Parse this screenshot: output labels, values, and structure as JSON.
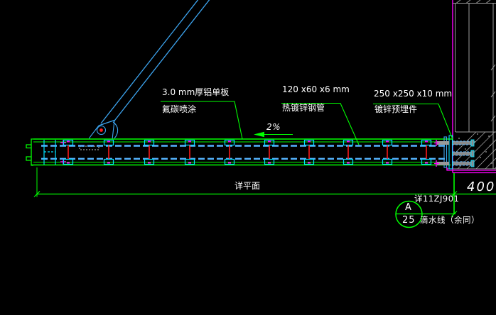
{
  "drawing": {
    "title_context": "canopy-eave-section-detail",
    "labels": {
      "panel": {
        "line1": "3.0 mm厚铝单板",
        "line2": "氟碳喷涂"
      },
      "tube": {
        "line1": "120 x60 x6 mm",
        "line2": "热镀锌钢管"
      },
      "embed": {
        "line1": "250 x250 x10 mm",
        "line2": "镀锌预埋件"
      }
    },
    "slope_label": "2%",
    "plan_ref_label": "详平面",
    "dim_right": "400",
    "callout": {
      "letter": "A",
      "number": "25"
    },
    "detail_ref": "详11ZJ901",
    "drip_note": "滴水线（余同）",
    "colors": {
      "background": "#000000",
      "line_green": "#00ff00",
      "line_blue": "#3da5f0",
      "line_cyan": "#00e0ff",
      "dashed_blue": "#55b4ff",
      "magenta": "#ff00ff",
      "wall_gray": "#9c9c9c",
      "bolt_red": "#ff1a1a",
      "text_white": "#ffffff"
    }
  }
}
